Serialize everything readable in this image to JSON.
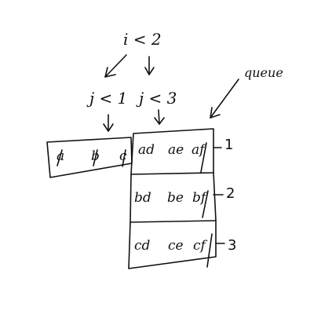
{
  "conditions": {
    "outer": "i < 2",
    "left": "j < 1",
    "right": "j < 3"
  },
  "left_box": {
    "items": [
      "a",
      "b",
      "c"
    ]
  },
  "queue": {
    "label": "queue",
    "rows": [
      {
        "index": "1",
        "items": [
          "ad",
          "ae",
          "af"
        ]
      },
      {
        "index": "2",
        "items": [
          "bd",
          "be",
          "bf"
        ]
      },
      {
        "index": "3",
        "items": [
          "cd",
          "ce",
          "cf"
        ]
      }
    ]
  }
}
